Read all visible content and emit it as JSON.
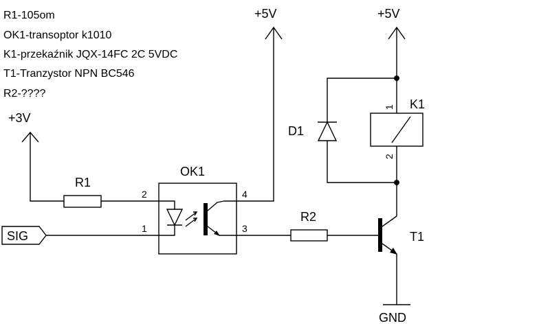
{
  "notes": [
    "R1-105om",
    "OK1-transoptor k1010",
    "K1-przekaźnik JQX-14FC 2C 5VDC",
    "T1-Tranzystor NPN BC546",
    "R2-????"
  ],
  "power": {
    "v3": "+3V",
    "v5_optocoupler": "+5V",
    "v5_relay": "+5V",
    "ground": "GND"
  },
  "input_label": "SIG",
  "components": {
    "r1": "R1",
    "r2": "R2",
    "optocoupler": "OK1",
    "diode": "D1",
    "relay": "K1",
    "transistor": "T1"
  },
  "pins": {
    "ok1_1": "1",
    "ok1_2": "2",
    "ok1_3": "3",
    "ok1_4": "4",
    "k1_1": "1",
    "k1_2": "2"
  }
}
